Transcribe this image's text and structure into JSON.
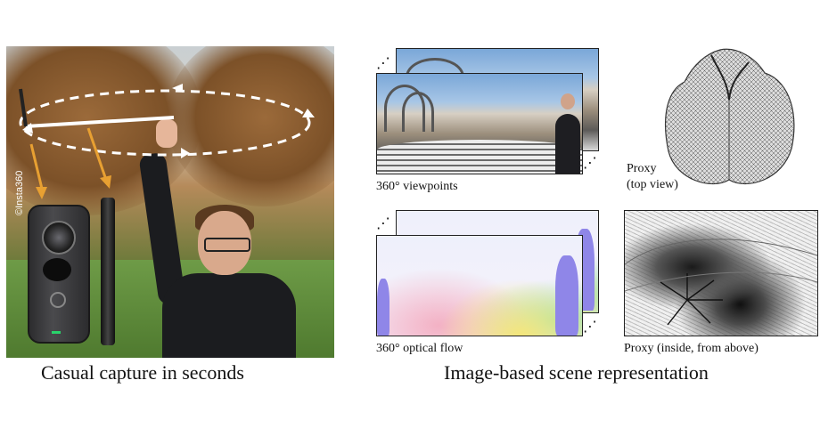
{
  "left": {
    "caption": "Casual capture in seconds",
    "copyright": "©Insta360"
  },
  "right": {
    "caption": "Image-based scene representation",
    "panels": {
      "viewpoints_label": "360° viewpoints",
      "proxy_top_label_1": "Proxy",
      "proxy_top_label_2": "(top view)",
      "optical_flow_label": "360° optical flow",
      "proxy_inside_label": "Proxy (inside, from above)"
    }
  },
  "colors": {
    "arrow_orange": "#e8a032",
    "flow_purple": "#8f86e8",
    "white_dashed": "#ffffff"
  }
}
